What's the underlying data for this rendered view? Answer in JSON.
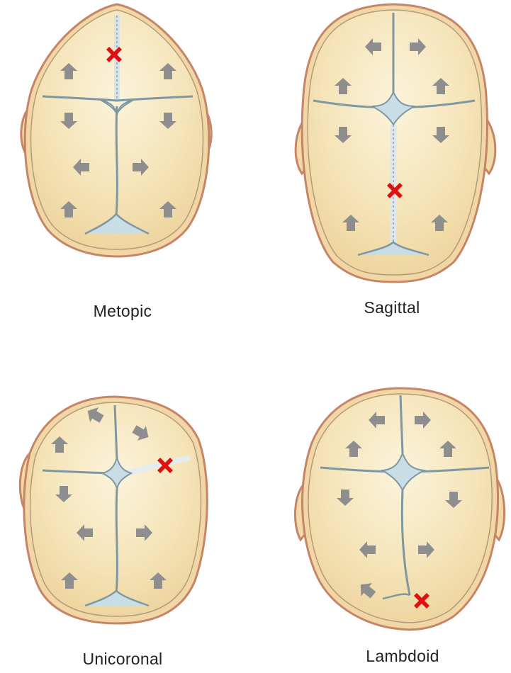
{
  "figure": {
    "panels": [
      {
        "id": "metopic",
        "label": "Metopic",
        "fused_suture": "metopic"
      },
      {
        "id": "sagittal",
        "label": "Sagittal",
        "fused_suture": "sagittal"
      },
      {
        "id": "unicoronal",
        "label": "Unicoronal",
        "fused_suture": "coronal (one side)"
      },
      {
        "id": "lambdoid",
        "label": "Lambdoid",
        "fused_suture": "lambdoid (one side)"
      }
    ],
    "colors": {
      "skull_fill": "#f4e2b4",
      "skull_highlight": "#fbf4df",
      "skull_outline": "#c58566",
      "suture": "#7e98a2",
      "fontanelle": "#c9dde6",
      "arrow": "#8e8e8e",
      "marker": "#e01010"
    },
    "icons": {
      "growth": "growth-arrow-icon",
      "fusion": "fused-suture-x-icon"
    }
  }
}
